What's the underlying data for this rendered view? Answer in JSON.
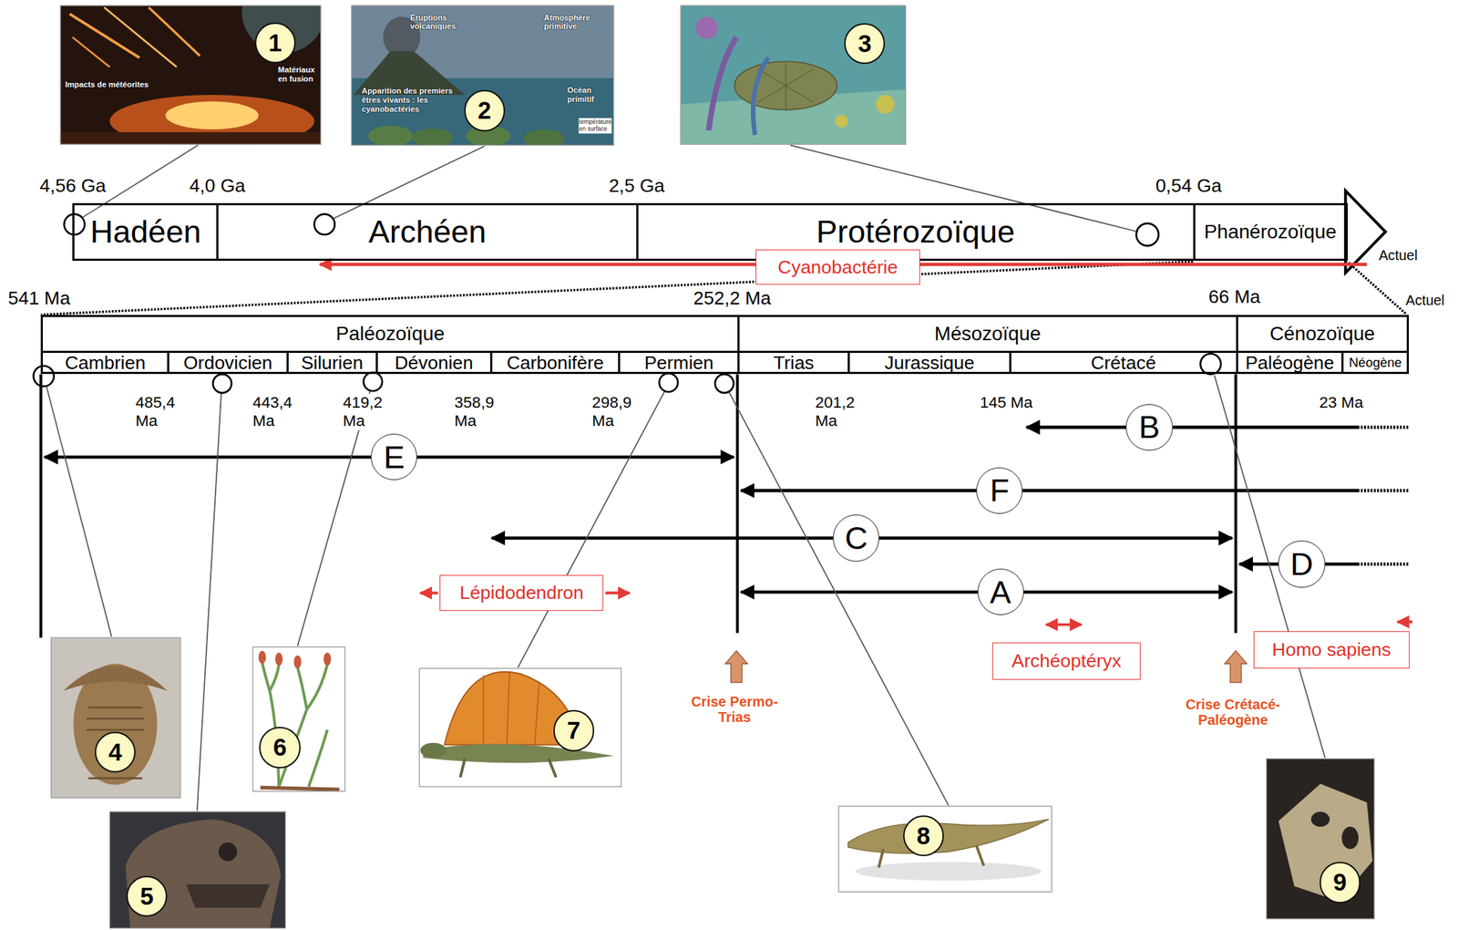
{
  "diagram": {
    "nodes": [
      {
        "text": [
          "1"
        ]
      },
      {
        "text": [
          "2"
        ]
      },
      {
        "text": [
          "3"
        ]
      },
      {
        "text": [
          "Hadéen"
        ]
      },
      {
        "text": [
          "Archéen"
        ]
      },
      {
        "text": [
          "Protérozoïque"
        ]
      },
      {
        "text": [
          "Phanérozoïque"
        ]
      },
      {
        "text": [
          "Cyanobactérie"
        ]
      },
      {
        "text": [
          "Paléozoïque"
        ]
      },
      {
        "text": [
          "Cambrien"
        ],
        "in": 8
      },
      {
        "text": [
          "Ordovicien"
        ],
        "in": 8
      },
      {
        "text": [
          "Silurien"
        ],
        "in": 8
      },
      {
        "text": [
          "Dévonien"
        ],
        "in": 8
      },
      {
        "text": [
          "Carbonifère"
        ],
        "in": 8
      },
      {
        "text": [
          "Permien"
        ],
        "in": 8
      },
      {
        "text": [
          "Mésozoïque"
        ]
      },
      {
        "text": [
          "Trias"
        ],
        "in": 15
      },
      {
        "text": [
          "Jurassique"
        ],
        "in": 15
      },
      {
        "text": [
          "Crétacé"
        ],
        "in": 15
      },
      {
        "text": [
          "Cénozoïque"
        ]
      },
      {
        "text": [
          "Paléogène"
        ],
        "in": 19
      },
      {
        "text": [
          "Néogène"
        ],
        "in": 19
      },
      {
        "text": [
          "B"
        ]
      },
      {
        "text": [
          "E"
        ]
      },
      {
        "text": [
          "F"
        ]
      },
      {
        "text": [
          "C"
        ]
      },
      {
        "text": [
          "D"
        ]
      },
      {
        "text": [
          "A"
        ]
      },
      {
        "text": [
          "Lépidodendron"
        ]
      },
      {
        "text": [
          "Archéoptéryx"
        ]
      },
      {
        "text": [
          "Homo sapiens"
        ]
      },
      {
        "text": [
          "4"
        ]
      },
      {
        "text": [
          "5"
        ]
      },
      {
        "text": [
          "6"
        ]
      },
      {
        "text": [
          "7"
        ]
      },
      {
        "text": [
          "8"
        ]
      },
      {
        "text": [
          "9"
        ]
      }
    ],
    "labels": [
      "4,56 Ga",
      "4,0 Ga",
      "2,5 Ga",
      "0,54 Ga",
      "Actuel",
      "541 Ma",
      "252,2 Ma",
      "66 Ma",
      "Actuel",
      "485,4 Ma",
      "443,4 Ma",
      "419,2 Ma",
      "358,9 Ma",
      "298,9 Ma",
      "201,2 Ma",
      "145 Ma",
      "23 Ma",
      "Crise Permo-Trias",
      "Crise Crétacé-Paléogène",
      "Impacts de météorites",
      "Matériaux en fusion",
      "Éruptions volcaniques",
      "Atmosphère primitive",
      "Apparition des premiers êtres vivants : les cyanobactéries",
      "Océan primitif",
      "température en surface"
    ]
  }
}
